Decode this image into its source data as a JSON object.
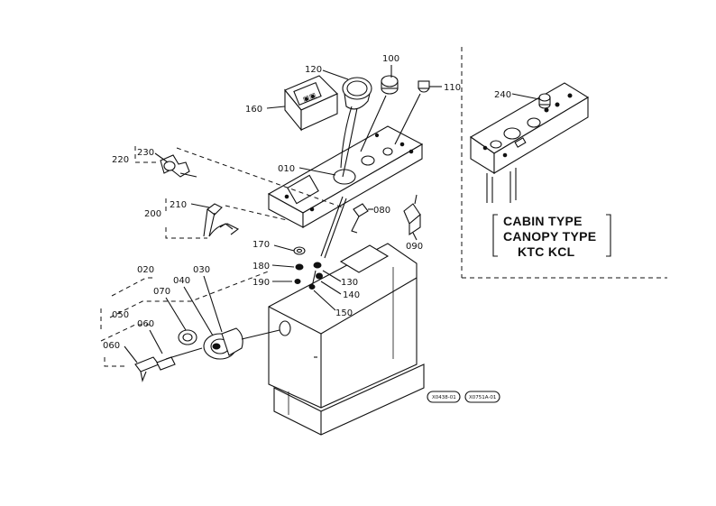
{
  "part_labels": {
    "p010": "010",
    "p020": "020",
    "p030": "030",
    "p040": "040",
    "p050": "050",
    "p060a": "060",
    "p060b": "060",
    "p070": "070",
    "p080": "080",
    "p090": "090",
    "p100": "100",
    "p110": "110",
    "p120": "120",
    "p130": "130",
    "p140": "140",
    "p150": "150",
    "p160": "160",
    "p170": "170",
    "p180": "180",
    "p190": "190",
    "p200": "200",
    "p210": "210",
    "p220": "220",
    "p230": "230",
    "p240": "240"
  },
  "inset": {
    "line1": "CABIN TYPE",
    "line2": "CANOPY TYPE",
    "line3": "KTC KCL"
  },
  "stamps": {
    "stamp1": "X0438-01",
    "stamp2": "X0751A-01"
  }
}
